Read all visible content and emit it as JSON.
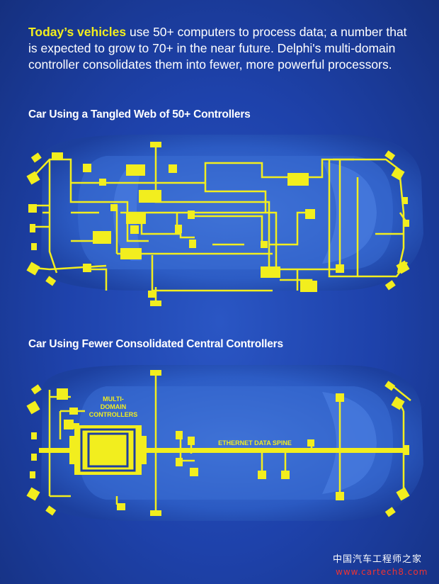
{
  "intro": {
    "highlight": "Today’s vehicles",
    "text": " use 50+ computers to process data; a number that is expected to grow to 70+ in the near future. Delphi's multi-domain controller consolidates them into fewer, more powerful processors."
  },
  "diagram1": {
    "title": "Car Using a Tangled Web of 50+ Controllers"
  },
  "diagram2": {
    "title": "Car Using Fewer Consolidated Central Controllers",
    "mdc_label": [
      "MULTI-",
      "DOMAIN",
      "CONTROLLERS"
    ],
    "spine_label": "ETHERNET DATA SPINE"
  },
  "watermark": {
    "line1": "中国汽车工程师之家",
    "line2": "www.cartech8.com"
  },
  "colors": {
    "background": "#1d3fa2",
    "car_body": "#2f5fc8",
    "wiring": "#f2ee1e",
    "text": "#ffffff"
  }
}
